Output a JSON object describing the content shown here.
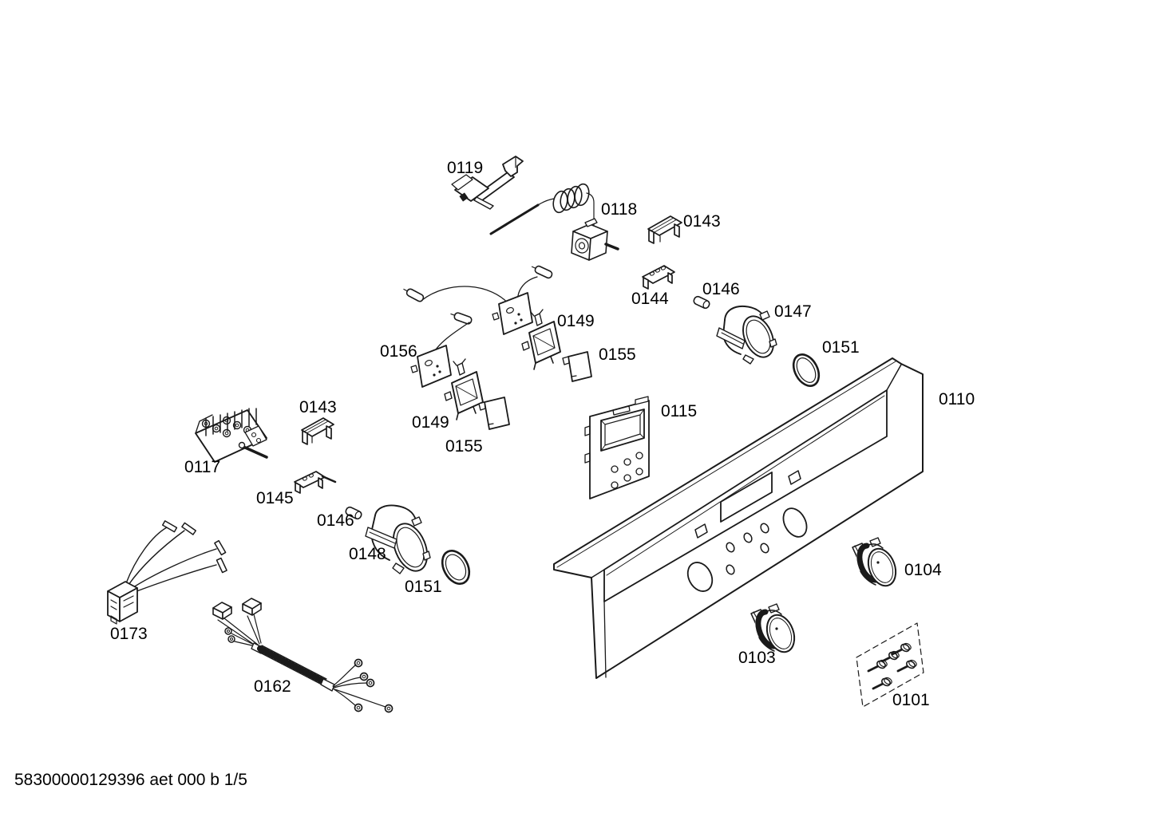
{
  "page": {
    "background": "#ffffff",
    "line_color": "#1a1a1a",
    "footer_text": "58300000129396 aet 000 b 1/5"
  },
  "diagram": {
    "type": "exploded-parts-diagram",
    "callouts": [
      {
        "label": "0119"
      },
      {
        "label": "0118"
      },
      {
        "label": "0143"
      },
      {
        "label": "0144"
      },
      {
        "label": "0146"
      },
      {
        "label": "0147"
      },
      {
        "label": "0151"
      },
      {
        "label": "0110"
      },
      {
        "label": "0149"
      },
      {
        "label": "0155"
      },
      {
        "label": "0156"
      },
      {
        "label": "0149"
      },
      {
        "label": "0155"
      },
      {
        "label": "0115"
      },
      {
        "label": "0143"
      },
      {
        "label": "0117"
      },
      {
        "label": "0145"
      },
      {
        "label": "0146"
      },
      {
        "label": "0148"
      },
      {
        "label": "0151"
      },
      {
        "label": "0104"
      },
      {
        "label": "0103"
      },
      {
        "label": "0101"
      },
      {
        "label": "0173"
      },
      {
        "label": "0162"
      }
    ]
  }
}
